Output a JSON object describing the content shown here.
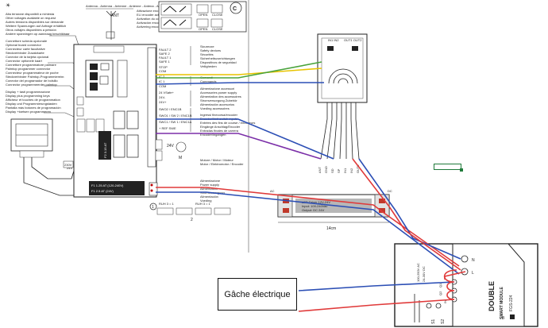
{
  "board": {
    "sun_symbol": "☀",
    "warning_lines": [
      "Alta tensione disponibili a richiesta",
      "Other voltages available on request",
      "Autres tensions disponibles sur demande",
      "Weitere Spannungen auf Anfrage erhältlich",
      "Otros voltajes disponibles a petición",
      "Andere spanningen op aanvraag beschikbaar"
    ],
    "antenna_label": "Antenna - Antenna - Antenne - Antenne - Antena - Antenne",
    "ant_label": "ANT",
    "encoder_lines": [
      "Attivazione encoder ELI",
      "ELI encoder activation",
      "Activation du codeur ELI",
      "Activación encoder ELI",
      "Activering encoder ELI"
    ],
    "panel_letter": "C",
    "open_label": "OPEN",
    "close_label": "CLOSE",
    "connectors_lines": [
      "Connettore scheda opzionale",
      "Optional board connector",
      "Connecteur carte facultative",
      "Steckverbinder Zusatzkarte",
      "Conector de la tarjeta opcional",
      "Connector optionele kaart"
    ],
    "programmer_lines": [
      "Connettore programmatore palmare",
      "Palmtop programmer connector",
      "Connecteur programmateur de poche",
      "Steckverbinder Palmtop-Programmiereinr.",
      "Conector del programador de bolsillo",
      "Connector programmeerder palmtop"
    ],
    "display_lines": [
      "Display + tasti programmazione",
      "Display plus programming keys",
      "Afficheur et touches de programmation",
      "Display und Programmierungstasten",
      "Pantalla más botones de programación",
      "Display +toetsen programmeren"
    ],
    "terminals": [
      "FAULT 2",
      "SAFE 2",
      "FAULT 1",
      "SAFE 1",
      "STOP",
      "COM",
      "IC 2",
      "IC 1",
      "COM",
      "24 VSafe+",
      "24V-",
      "24V+",
      "SWO2 / ENC1B",
      "SWO1 / SW 2 / ENC1B",
      "SWC1 / SW 1 / ENC1A",
      "+ REF SWE"
    ],
    "safety_lines": [
      "Sicurezze",
      "Safety devices",
      "Sécurités",
      "Sicherheitsvorrichtungen",
      "Dispositivos de seguridad",
      "Veiligheden"
    ],
    "commands_lines": [
      "Comandi",
      "Commands"
    ],
    "accessories_lines": [
      "Alimentazione accessori",
      "Accessories power supply",
      "Alimentation des accessoires",
      "Stromversorgung Zubehör",
      "Alimentación accesorios",
      "Voeding accessoires"
    ],
    "limit_lines": [
      "Ingressi finecorsa/encoder",
      "Encoder/limit switch inputs",
      "Entrées des fins de course / encodeurs",
      "Eingänge Anschlag/Encoder",
      "Entradas finales de carrera",
      "Encoder/ingangen"
    ],
    "motor_lines": [
      "Motore / Motor / Moteur",
      "Motor / Elektromotor / Encoder"
    ],
    "power_lines": [
      "Alimentazione",
      "Power supply",
      "Alimentation",
      "Stromversorgung",
      "Alimentación",
      "Voeding"
    ],
    "motor_terminals": [
      "24V",
      "M"
    ],
    "fuse_label": "F2 3.15 AT",
    "fuse1": "F1 1.25 AT (120-240V)",
    "fuse2": "F1 2.5 AT (24V)",
    "transformer_voltage": "24V",
    "mains_label": "230V",
    "jumper_labels": [
      "RUH 3 = 1",
      "RUH 3 = 1"
    ],
    "jumper_numbers": [
      "1",
      "2"
    ]
  },
  "receiver": {
    "in_label": "IN1 IN2",
    "out_label": "OUT1 OUT2",
    "pins": [
      "ANT",
      "GND",
      "SD",
      "SP",
      "IN1",
      "IN2",
      "OUT2"
    ]
  },
  "psu": {
    "text_line1": "LED Driver 12V-24V",
    "text_line2": "Input: 100-240Vac",
    "text_line3": "Output: DC 24V",
    "width_label": "14cm",
    "ac_label": "AC",
    "dc_label": "DC"
  },
  "module": {
    "title": "DOUBLE",
    "subtitle": "SMART MODULE",
    "model": "FGS-224",
    "voltage_ac": "100-250V AC",
    "voltage_dc": "24-30V DC",
    "pins_top": [
      "N",
      "L"
    ],
    "pins_side": [
      "Q2",
      "Q1",
      "IN"
    ],
    "pins_bottom": [
      "S1",
      "S2"
    ],
    "button_label": "B"
  },
  "gache": {
    "label": "Gâche électrique"
  }
}
